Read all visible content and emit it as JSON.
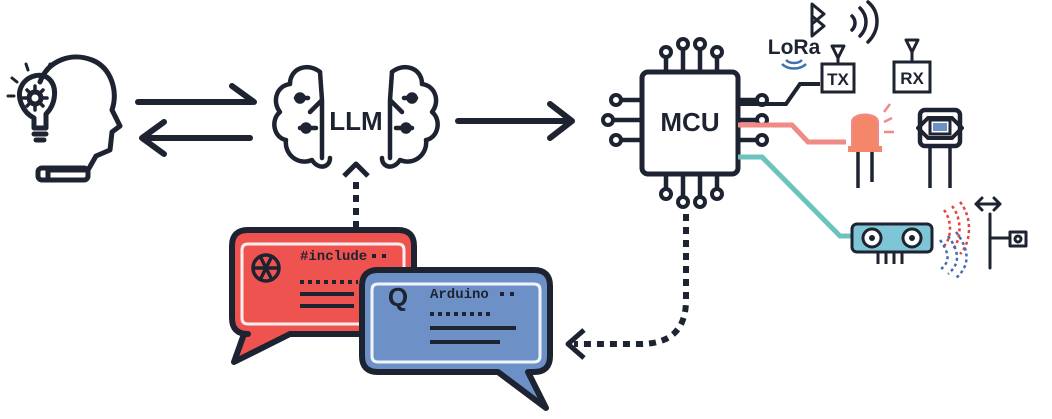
{
  "labels": {
    "llm": "LLM",
    "mcu": "MCU",
    "lora": "LoRa",
    "tx": "TX",
    "rx": "RX",
    "code_bubble_text": "#include",
    "query_bubble_text": "Arduino",
    "query_icon_letter": "Q"
  },
  "colors": {
    "outline": "#1d2330",
    "code_bubble": "#ef5350",
    "query_bubble": "#6d91c6",
    "led": "#f4866a",
    "wire_red": "#f08a86",
    "wire_teal": "#6cc3bd",
    "sensor": "#7ec6d6",
    "echo_red": "#e94040",
    "echo_blue": "#3f6fb0"
  },
  "icons": {
    "human": "human-head-lightbulb-icon",
    "brain": "brain-circuit-icon",
    "chip": "microcontroller-chip-icon",
    "bluetooth": "bluetooth-icon",
    "signal": "wireless-signal-icon",
    "led": "led-icon",
    "light_sensor": "light-sensor-icon",
    "ultrasonic": "ultrasonic-sensor-icon",
    "chatgpt": "chatgpt-logo-icon"
  }
}
